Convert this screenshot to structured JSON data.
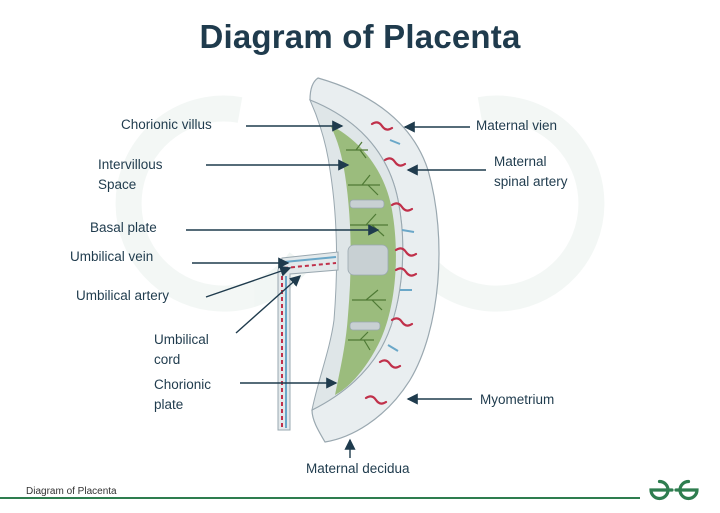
{
  "title": "Diagram of Placenta",
  "labels": {
    "chorionic_villus": "Chorionic villus",
    "intervillous_space": "Intervillous\nSpace",
    "basal_plate": "Basal plate",
    "umbilical_vein": "Umbilical vein",
    "umbilical_artery": "Umbilical artery",
    "umbilical_cord": "Umbilical\ncord",
    "chorionic_plate": "Chorionic\nplate",
    "maternal_vein": "Maternal vien",
    "maternal_spinal_artery": "Maternal\nspinal artery",
    "myometrium": "Myometrium",
    "maternal_decidua": "Maternal decidua"
  },
  "footer": {
    "caption": "Diagram of Placenta",
    "logo_icon": "geeksforgeeks-logo-icon"
  },
  "colors": {
    "title": "#1f3b4d",
    "tissue_green": "#7fa35a",
    "artery_red": "#c0304a",
    "vein_blue": "#6aa7c8",
    "outline": "#9aa8b0",
    "brand_green": "#2e7d4f"
  }
}
